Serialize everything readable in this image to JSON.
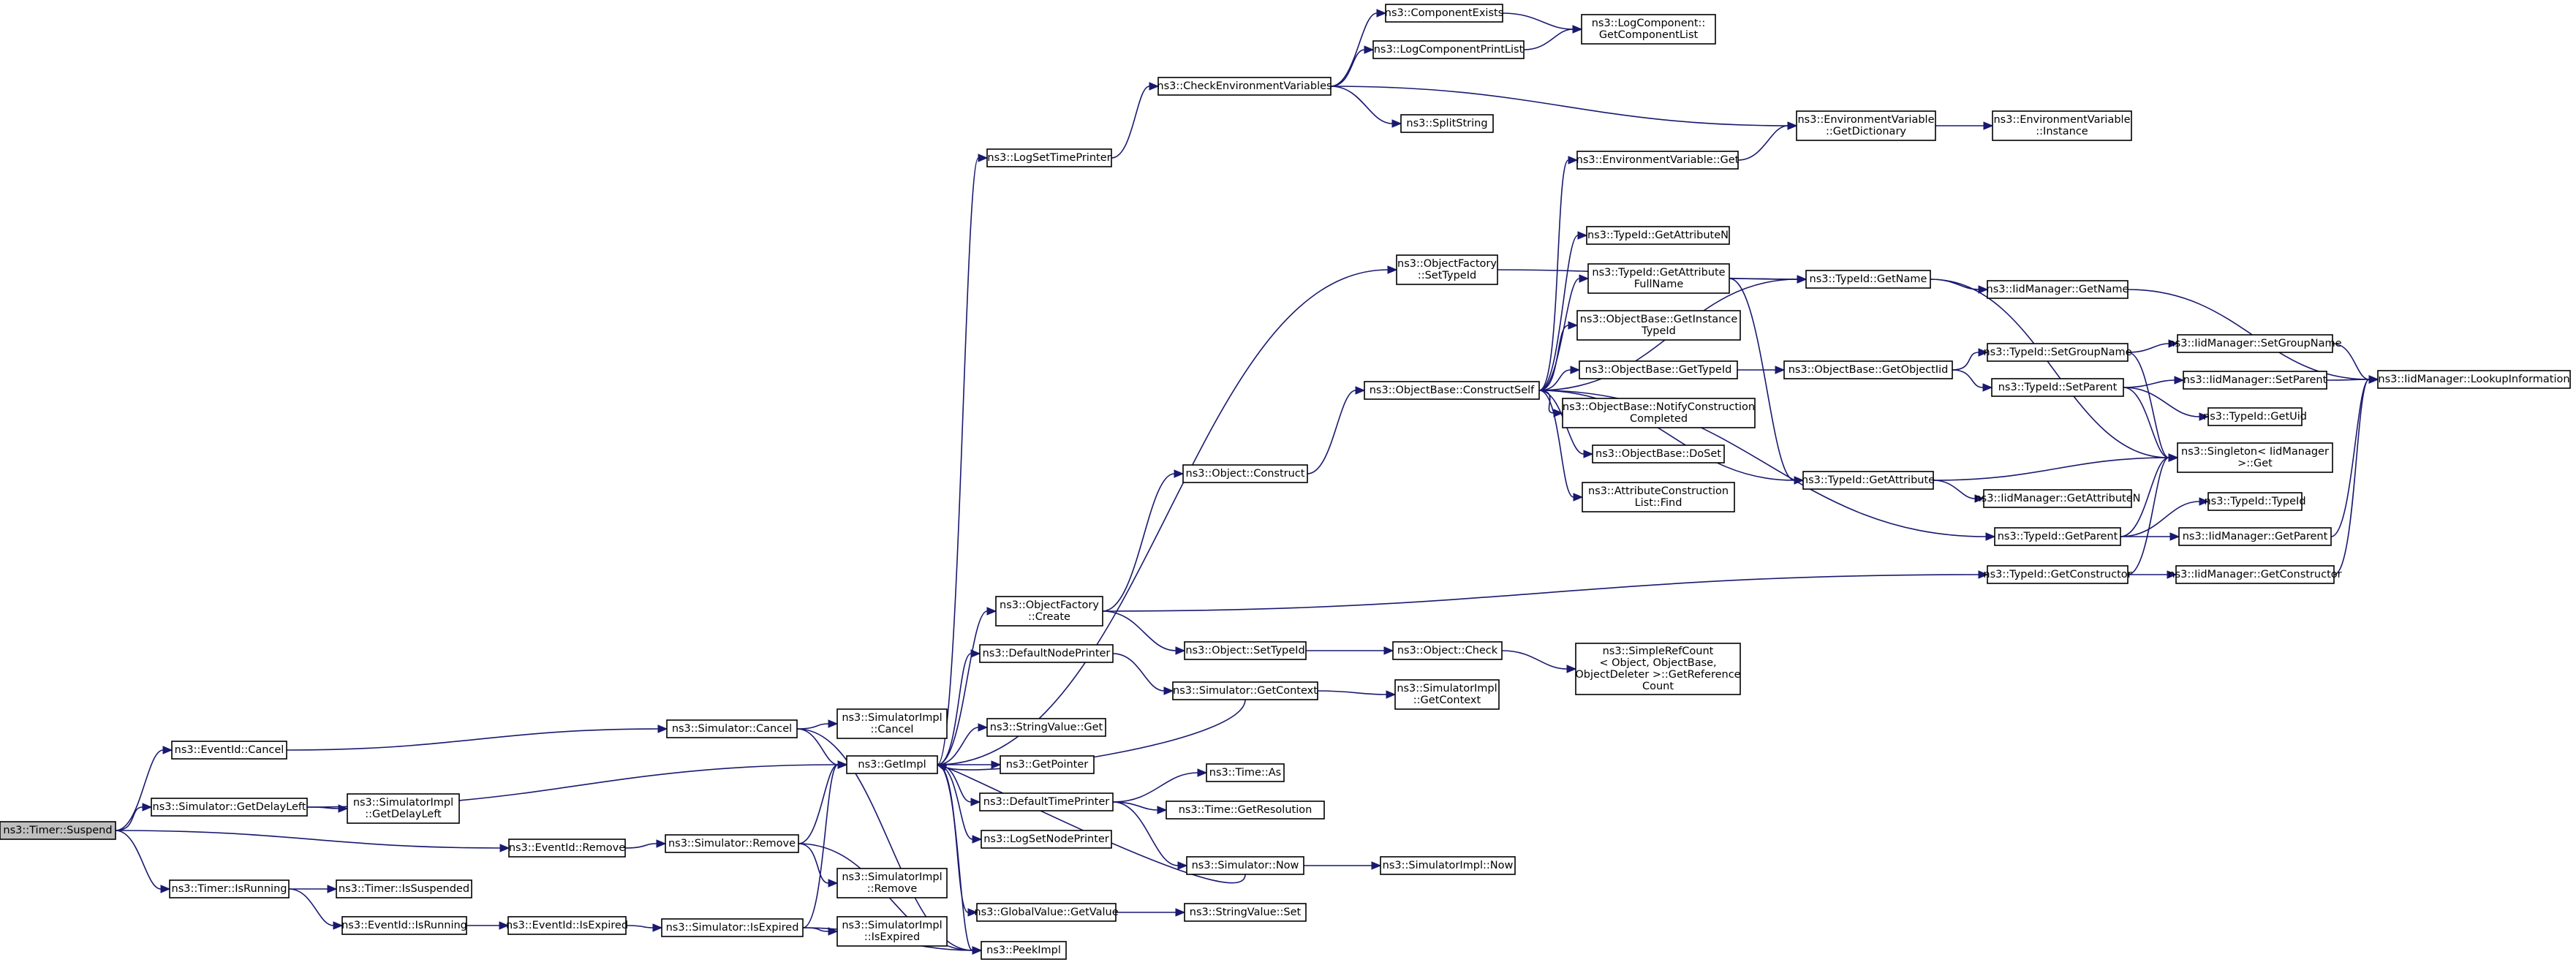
{
  "nodes": [
    {
      "id": "suspend",
      "label": [
        "ns3::Timer::Suspend"
      ]
    },
    {
      "id": "eid_cancel",
      "label": [
        "ns3::EventId::Cancel"
      ]
    },
    {
      "id": "sim_getdelay",
      "label": [
        "ns3::Simulator::GetDelayLeft"
      ]
    },
    {
      "id": "eid_remove",
      "label": [
        "ns3::EventId::Remove"
      ]
    },
    {
      "id": "timer_isrunning",
      "label": [
        "ns3::Timer::IsRunning"
      ]
    },
    {
      "id": "simimpl_getdelay",
      "label": [
        "ns3::SimulatorImpl",
        "::GetDelayLeft"
      ]
    },
    {
      "id": "timer_issuspended",
      "label": [
        "ns3::Timer::IsSuspended"
      ]
    },
    {
      "id": "eid_isrunning",
      "label": [
        "ns3::EventId::IsRunning"
      ]
    },
    {
      "id": "eid_isexpired",
      "label": [
        "ns3::EventId::IsExpired"
      ]
    },
    {
      "id": "sim_cancel",
      "label": [
        "ns3::Simulator::Cancel"
      ]
    },
    {
      "id": "sim_remove",
      "label": [
        "ns3::Simulator::Remove"
      ]
    },
    {
      "id": "sim_isexpired",
      "label": [
        "ns3::Simulator::IsExpired"
      ]
    },
    {
      "id": "simimpl_cancel",
      "label": [
        "ns3::SimulatorImpl",
        "::Cancel"
      ]
    },
    {
      "id": "simimpl_remove",
      "label": [
        "ns3::SimulatorImpl",
        "::Remove"
      ]
    },
    {
      "id": "simimpl_isexpired",
      "label": [
        "ns3::SimulatorImpl",
        "::IsExpired"
      ]
    },
    {
      "id": "getimpl",
      "label": [
        "ns3::GetImpl"
      ]
    },
    {
      "id": "peekimpl",
      "label": [
        "ns3::PeekImpl"
      ]
    },
    {
      "id": "logsettimeprinter",
      "label": [
        "ns3::LogSetTimePrinter"
      ]
    },
    {
      "id": "objfactory_create",
      "label": [
        "ns3::ObjectFactory",
        "::Create"
      ]
    },
    {
      "id": "defaultnodeprinter",
      "label": [
        "ns3::DefaultNodePrinter"
      ]
    },
    {
      "id": "stringvalue_get",
      "label": [
        "ns3::StringValue::Get"
      ]
    },
    {
      "id": "getpointer",
      "label": [
        "ns3::GetPointer"
      ]
    },
    {
      "id": "defaulttimeprinter",
      "label": [
        "ns3::DefaultTimePrinter"
      ]
    },
    {
      "id": "logsetnodeprinter",
      "label": [
        "ns3::LogSetNodePrinter"
      ]
    },
    {
      "id": "globalvalue_getvalue",
      "label": [
        "ns3::GlobalValue::GetValue"
      ]
    },
    {
      "id": "checkenv",
      "label": [
        "ns3::CheckEnvironmentVariables"
      ]
    },
    {
      "id": "componentexists",
      "label": [
        "ns3::ComponentExists"
      ]
    },
    {
      "id": "logcomponentprintlist",
      "label": [
        "ns3::LogComponentPrintList"
      ]
    },
    {
      "id": "splitstring",
      "label": [
        "ns3::SplitString"
      ]
    },
    {
      "id": "logcomponent_getlist",
      "label": [
        "ns3::LogComponent::",
        "GetComponentList"
      ]
    },
    {
      "id": "envvar_getdict",
      "label": [
        "ns3::EnvironmentVariable",
        "::GetDictionary"
      ]
    },
    {
      "id": "envvar_instance",
      "label": [
        "ns3::EnvironmentVariable",
        "::Instance"
      ]
    },
    {
      "id": "envvar_get",
      "label": [
        "ns3::EnvironmentVariable::Get"
      ]
    },
    {
      "id": "objfactory_settypeid",
      "label": [
        "ns3::ObjectFactory",
        "::SetTypeId"
      ]
    },
    {
      "id": "object_construct",
      "label": [
        "ns3::Object::Construct"
      ]
    },
    {
      "id": "objbase_constructself",
      "label": [
        "ns3::ObjectBase::ConstructSelf"
      ]
    },
    {
      "id": "object_settypeid",
      "label": [
        "ns3::Object::SetTypeId"
      ]
    },
    {
      "id": "sim_getcontext",
      "label": [
        "ns3::Simulator::GetContext"
      ]
    },
    {
      "id": "simimpl_getcontext",
      "label": [
        "ns3::SimulatorImpl",
        "::GetContext"
      ]
    },
    {
      "id": "object_check",
      "label": [
        "ns3::Object::Check"
      ]
    },
    {
      "id": "simplerefcount",
      "label": [
        "ns3::SimpleRefCount",
        "< Object, ObjectBase,",
        "ObjectDeleter >::GetReference",
        "Count"
      ]
    },
    {
      "id": "time_as",
      "label": [
        "ns3::Time::As"
      ]
    },
    {
      "id": "time_getres",
      "label": [
        "ns3::Time::GetResolution"
      ]
    },
    {
      "id": "sim_now",
      "label": [
        "ns3::Simulator::Now"
      ]
    },
    {
      "id": "simimpl_now",
      "label": [
        "ns3::SimulatorImpl::Now"
      ]
    },
    {
      "id": "stringvalue_set",
      "label": [
        "ns3::StringValue::Set"
      ]
    },
    {
      "id": "typeid_getattributen",
      "label": [
        "ns3::TypeId::GetAttributeN"
      ]
    },
    {
      "id": "typeid_getattrfullname",
      "label": [
        "ns3::TypeId::GetAttribute",
        "FullName"
      ]
    },
    {
      "id": "objbase_getinstancetypeid",
      "label": [
        "ns3::ObjectBase::GetInstance",
        "TypeId"
      ]
    },
    {
      "id": "objbase_gettypeid",
      "label": [
        "ns3::ObjectBase::GetTypeId"
      ]
    },
    {
      "id": "objbase_notify",
      "label": [
        "ns3::ObjectBase::NotifyConstruction",
        "Completed"
      ]
    },
    {
      "id": "objbase_doset",
      "label": [
        "ns3::ObjectBase::DoSet"
      ]
    },
    {
      "id": "attrconstlist_find",
      "label": [
        "ns3::AttributeConstruction",
        "List::Find"
      ]
    },
    {
      "id": "typeid_getname",
      "label": [
        "ns3::TypeId::GetName"
      ]
    },
    {
      "id": "objbase_getobjectiid",
      "label": [
        "ns3::ObjectBase::GetObjectIid"
      ]
    },
    {
      "id": "typeid_getattribute",
      "label": [
        "ns3::TypeId::GetAttribute"
      ]
    },
    {
      "id": "typeid_getparent",
      "label": [
        "ns3::TypeId::GetParent"
      ]
    },
    {
      "id": "typeid_getconstructor",
      "label": [
        "ns3::TypeId::GetConstructor"
      ]
    },
    {
      "id": "iid_getname",
      "label": [
        "ns3::IidManager::GetName"
      ]
    },
    {
      "id": "typeid_setgroupname",
      "label": [
        "ns3::TypeId::SetGroupName"
      ]
    },
    {
      "id": "typeid_setparent",
      "label": [
        "ns3::TypeId::SetParent"
      ]
    },
    {
      "id": "iid_getattributen",
      "label": [
        "ns3::IidManager::GetAttributeN"
      ]
    },
    {
      "id": "iid_setgroupname",
      "label": [
        "ns3::IidManager::SetGroupName"
      ]
    },
    {
      "id": "iid_setparent",
      "label": [
        "ns3::IidManager::SetParent"
      ]
    },
    {
      "id": "typeid_getuid",
      "label": [
        "ns3::TypeId::GetUid"
      ]
    },
    {
      "id": "singleton_get",
      "label": [
        "ns3::Singleton< IidManager",
        ">::Get"
      ]
    },
    {
      "id": "typeid_typeid",
      "label": [
        "ns3::TypeId::TypeId"
      ]
    },
    {
      "id": "iid_getparent",
      "label": [
        "ns3::IidManager::GetParent"
      ]
    },
    {
      "id": "iid_getconstructor",
      "label": [
        "ns3::IidManager::GetConstructor"
      ]
    },
    {
      "id": "iid_lookupinfo",
      "label": [
        "ns3::IidManager::LookupInformation"
      ]
    }
  ],
  "edges": [
    [
      "suspend",
      "eid_cancel"
    ],
    [
      "suspend",
      "sim_getdelay"
    ],
    [
      "suspend",
      "eid_remove"
    ],
    [
      "suspend",
      "timer_isrunning"
    ],
    [
      "eid_cancel",
      "sim_cancel"
    ],
    [
      "sim_getdelay",
      "getimpl"
    ],
    [
      "sim_getdelay",
      "simimpl_getdelay"
    ],
    [
      "eid_remove",
      "sim_remove"
    ],
    [
      "timer_isrunning",
      "timer_issuspended"
    ],
    [
      "timer_isrunning",
      "eid_isrunning"
    ],
    [
      "eid_isrunning",
      "eid_isexpired"
    ],
    [
      "eid_isexpired",
      "sim_isexpired"
    ],
    [
      "sim_cancel",
      "simimpl_cancel"
    ],
    [
      "sim_cancel",
      "getimpl"
    ],
    [
      "sim_cancel",
      "peekimpl"
    ],
    [
      "sim_remove",
      "getimpl"
    ],
    [
      "sim_remove",
      "simimpl_remove"
    ],
    [
      "sim_remove",
      "peekimpl"
    ],
    [
      "sim_isexpired",
      "getimpl"
    ],
    [
      "sim_isexpired",
      "simimpl_isexpired"
    ],
    [
      "sim_isexpired",
      "peekimpl"
    ],
    [
      "getimpl",
      "logsettimeprinter"
    ],
    [
      "getimpl",
      "objfactory_create"
    ],
    [
      "getimpl",
      "defaultnodeprinter"
    ],
    [
      "getimpl",
      "stringvalue_get"
    ],
    [
      "getimpl",
      "getpointer"
    ],
    [
      "getimpl",
      "defaulttimeprinter"
    ],
    [
      "getimpl",
      "logsetnodeprinter"
    ],
    [
      "getimpl",
      "globalvalue_getvalue"
    ],
    [
      "getimpl",
      "peekimpl"
    ],
    [
      "getimpl",
      "objfactory_settypeid"
    ],
    [
      "logsettimeprinter",
      "checkenv"
    ],
    [
      "checkenv",
      "componentexists"
    ],
    [
      "checkenv",
      "logcomponentprintlist"
    ],
    [
      "checkenv",
      "splitstring"
    ],
    [
      "checkenv",
      "envvar_getdict"
    ],
    [
      "componentexists",
      "logcomponent_getlist"
    ],
    [
      "logcomponentprintlist",
      "logcomponent_getlist"
    ],
    [
      "envvar_getdict",
      "envvar_instance"
    ],
    [
      "envvar_get",
      "envvar_getdict"
    ],
    [
      "objfactory_settypeid",
      "typeid_getname"
    ],
    [
      "objfactory_create",
      "object_construct"
    ],
    [
      "objfactory_create",
      "object_settypeid"
    ],
    [
      "objfactory_create",
      "typeid_getconstructor"
    ],
    [
      "object_construct",
      "objbase_constructself"
    ],
    [
      "objbase_constructself",
      "envvar_get"
    ],
    [
      "objbase_constructself",
      "typeid_getname"
    ],
    [
      "objbase_constructself",
      "typeid_getattributen"
    ],
    [
      "objbase_constructself",
      "typeid_getattrfullname"
    ],
    [
      "objbase_constructself",
      "objbase_getinstancetypeid"
    ],
    [
      "objbase_constructself",
      "objbase_gettypeid"
    ],
    [
      "objbase_constructself",
      "objbase_notify"
    ],
    [
      "objbase_constructself",
      "objbase_doset"
    ],
    [
      "objbase_constructself",
      "attrconstlist_find"
    ],
    [
      "objbase_constructself",
      "typeid_getattribute"
    ],
    [
      "objbase_constructself",
      "typeid_getparent"
    ],
    [
      "typeid_getattrfullname",
      "typeid_getname"
    ],
    [
      "typeid_getattrfullname",
      "typeid_getattribute"
    ],
    [
      "objbase_gettypeid",
      "objbase_getobjectiid"
    ],
    [
      "objbase_getobjectiid",
      "typeid_setgroupname"
    ],
    [
      "objbase_getobjectiid",
      "typeid_setparent"
    ],
    [
      "typeid_getname",
      "iid_getname"
    ],
    [
      "typeid_getname",
      "singleton_get"
    ],
    [
      "iid_getname",
      "iid_lookupinfo"
    ],
    [
      "typeid_setgroupname",
      "iid_setgroupname"
    ],
    [
      "typeid_setgroupname",
      "singleton_get"
    ],
    [
      "iid_setgroupname",
      "iid_lookupinfo"
    ],
    [
      "typeid_setparent",
      "iid_setparent"
    ],
    [
      "typeid_setparent",
      "typeid_getuid"
    ],
    [
      "typeid_setparent",
      "singleton_get"
    ],
    [
      "iid_setparent",
      "iid_lookupinfo"
    ],
    [
      "typeid_getattribute",
      "singleton_get"
    ],
    [
      "typeid_getattribute",
      "iid_getattributen"
    ],
    [
      "typeid_getparent",
      "singleton_get"
    ],
    [
      "typeid_getparent",
      "typeid_typeid"
    ],
    [
      "typeid_getparent",
      "iid_getparent"
    ],
    [
      "iid_getparent",
      "iid_lookupinfo"
    ],
    [
      "typeid_getconstructor",
      "singleton_get"
    ],
    [
      "typeid_getconstructor",
      "iid_getconstructor"
    ],
    [
      "iid_getconstructor",
      "iid_lookupinfo"
    ],
    [
      "object_settypeid",
      "object_check"
    ],
    [
      "object_check",
      "simplerefcount"
    ],
    [
      "defaultnodeprinter",
      "sim_getcontext"
    ],
    [
      "sim_getcontext",
      "getimpl"
    ],
    [
      "sim_getcontext",
      "simimpl_getcontext"
    ],
    [
      "defaulttimeprinter",
      "time_as"
    ],
    [
      "defaulttimeprinter",
      "time_getres"
    ],
    [
      "defaulttimeprinter",
      "sim_now"
    ],
    [
      "sim_now",
      "getimpl"
    ],
    [
      "sim_now",
      "simimpl_now"
    ],
    [
      "globalvalue_getvalue",
      "stringvalue_set"
    ]
  ]
}
